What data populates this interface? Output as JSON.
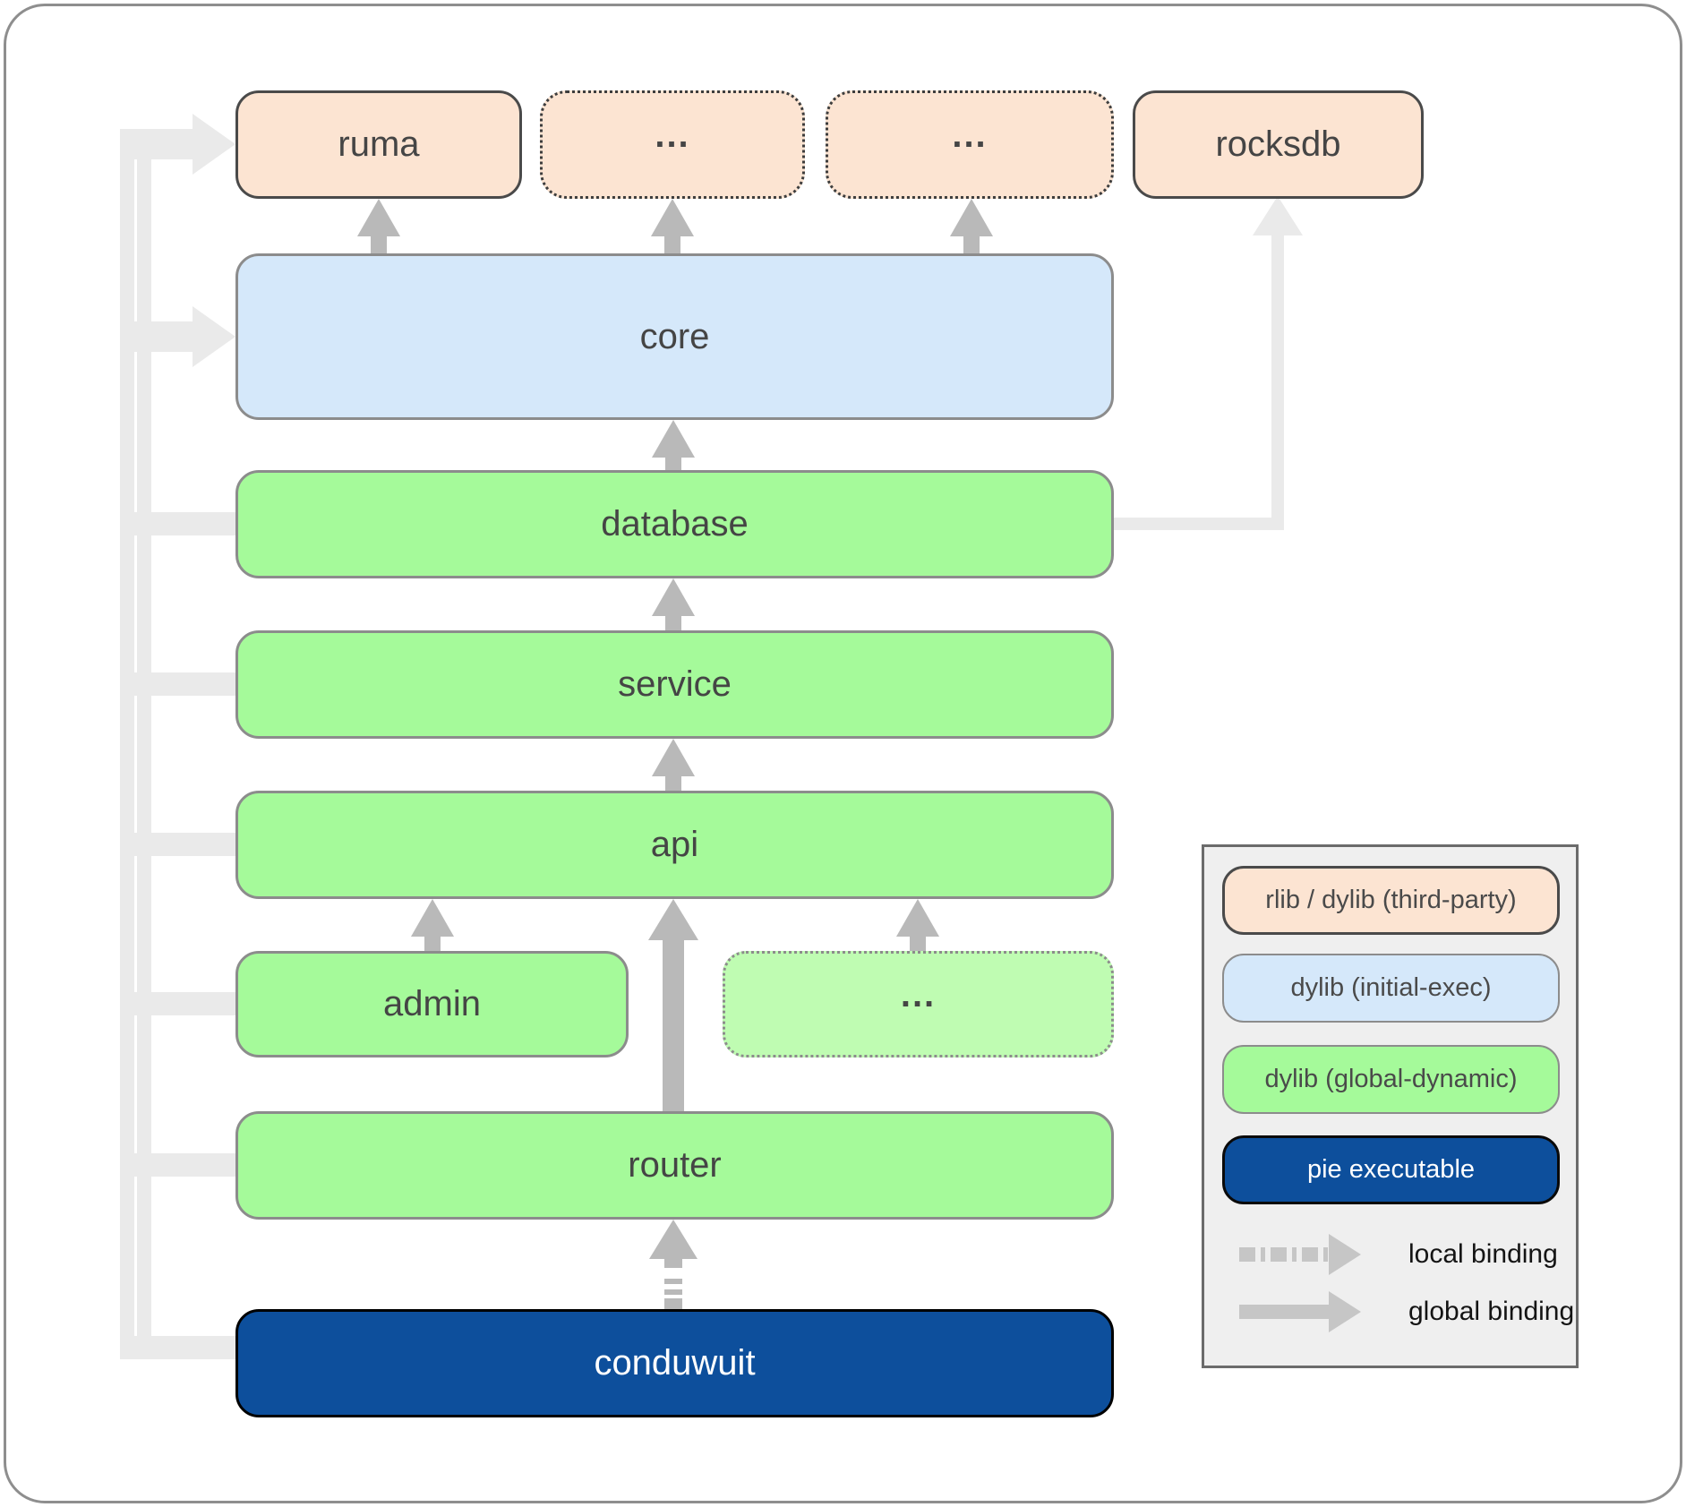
{
  "diagram": {
    "title_hint": "conduwuit dynamic-linking architecture diagram",
    "nodes": {
      "ruma": "ruma",
      "third_party_more_1": "...",
      "third_party_more_2": "...",
      "rocksdb": "rocksdb",
      "core": "core",
      "database": "database",
      "service": "service",
      "api": "api",
      "admin": "admin",
      "api_more": "...",
      "router": "router",
      "conduwuit": "conduwuit"
    },
    "edges": {
      "global_binding": [
        {
          "from": "core",
          "to": "ruma"
        },
        {
          "from": "core",
          "to": "third_party_more_1"
        },
        {
          "from": "core",
          "to": "third_party_more_2"
        },
        {
          "from": "database",
          "to": "core"
        },
        {
          "from": "database",
          "to": "rocksdb"
        },
        {
          "from": "service",
          "to": "database"
        },
        {
          "from": "api",
          "to": "service"
        },
        {
          "from": "admin",
          "to": "api"
        },
        {
          "from": "api_more",
          "to": "api"
        },
        {
          "from": "router",
          "to": "api"
        },
        {
          "from": "conduwuit",
          "to": "ruma"
        },
        {
          "from": "conduwuit",
          "to": "core"
        },
        {
          "from": "conduwuit",
          "to": "database"
        },
        {
          "from": "conduwuit",
          "to": "service"
        },
        {
          "from": "conduwuit",
          "to": "api"
        },
        {
          "from": "conduwuit",
          "to": "admin"
        },
        {
          "from": "conduwuit",
          "to": "router"
        }
      ],
      "local_binding": [
        {
          "from": "conduwuit",
          "to": "router"
        }
      ]
    },
    "colors": {
      "third_party_fill": "#fce4d2",
      "initial_exec_fill": "#d5e8fa",
      "global_dynamic_fill": "#a5fa9a",
      "global_dynamic_light_fill": "#bffcb2",
      "pie_executable_fill": "#0d4f9c",
      "global_arrow_gray": "#b9b9b9",
      "faded_line_gray": "#eaeaea"
    }
  },
  "legend": {
    "items": [
      {
        "label": "rlib / dylib (third-party)",
        "type": "third-party"
      },
      {
        "label": "dylib (initial-exec)",
        "type": "initial-exec"
      },
      {
        "label": "dylib (global-dynamic)",
        "type": "global-dynamic"
      },
      {
        "label": "pie executable",
        "type": "pie-executable"
      }
    ],
    "bindings": [
      {
        "label": "local binding",
        "style": "dashed"
      },
      {
        "label": "global binding",
        "style": "solid"
      }
    ]
  }
}
